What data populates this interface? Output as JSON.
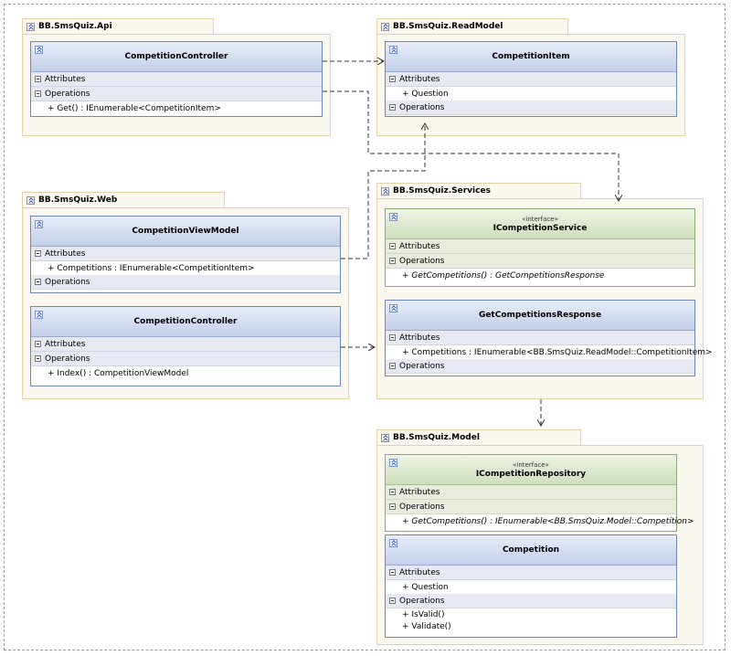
{
  "packages": {
    "api": {
      "name": "BB.SmsQuiz.Api"
    },
    "readmodel": {
      "name": "BB.SmsQuiz.ReadModel"
    },
    "web": {
      "name": "BB.SmsQuiz.Web"
    },
    "services": {
      "name": "BB.SmsQuiz.Services"
    },
    "model": {
      "name": "BB.SmsQuiz.Model"
    }
  },
  "section_labels": {
    "attributes": "Attributes",
    "operations": "Operations"
  },
  "stereotype_interface": "«interface»",
  "classes": {
    "api_controller": {
      "name": "CompetitionController",
      "operations": [
        "+ Get() : IEnumerable<CompetitionItem>"
      ]
    },
    "competition_item": {
      "name": "CompetitionItem",
      "attributes": [
        "+ Question"
      ]
    },
    "view_model": {
      "name": "CompetitionViewModel",
      "attributes": [
        "+ Competitions : IEnumerable<CompetitionItem>"
      ]
    },
    "web_controller": {
      "name": "CompetitionController",
      "operations": [
        "+ Index() : CompetitionViewModel"
      ]
    },
    "competition_service": {
      "name": "ICompetitionService",
      "operations": [
        "+ GetCompetitions() : GetCompetitionsResponse"
      ]
    },
    "get_response": {
      "name": "GetCompetitionsResponse",
      "attributes": [
        "+ Competitions : IEnumerable<BB.SmsQuiz.ReadModel::CompetitionItem>"
      ]
    },
    "competition_repository": {
      "name": "ICompetitionRepository",
      "operations": [
        "+ GetCompetitions() : IEnumerable<BB.SmsQuiz.Model::Competition>"
      ]
    },
    "competition": {
      "name": "Competition",
      "attributes": [
        "+ Question"
      ],
      "operations": [
        "+ IsValid()",
        "+ Validate()"
      ]
    }
  },
  "colors": {
    "package_fill": "#fbf8ef",
    "package_border": "#e3d2a8",
    "class_header": "#c3cfea",
    "interface_header": "#cfdfbd",
    "dependency_line": "#333333"
  }
}
